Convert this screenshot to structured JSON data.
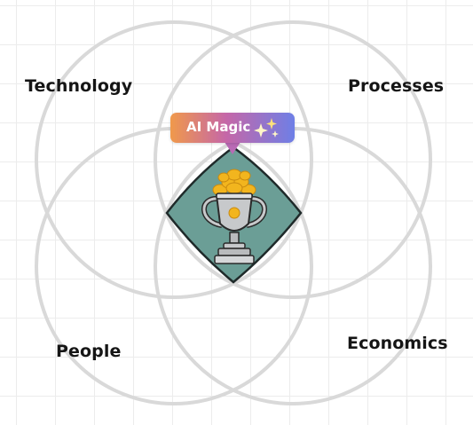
{
  "diagram": {
    "labels": {
      "technology": "Technology",
      "processes": "Processes",
      "people": "People",
      "economics": "Economics"
    },
    "badge": {
      "text": "AI Magic",
      "icon": "sparkle-icon"
    },
    "center_icon": "trophy-icon",
    "colors": {
      "circle_stroke": "#d9d9d9",
      "center_fill": "#6b9e96",
      "trophy_silver": "#c7c9cb",
      "coins": "#f2b51e",
      "badge_gradient_start": "#f0994b",
      "badge_gradient_end": "#6e7fe6"
    }
  }
}
